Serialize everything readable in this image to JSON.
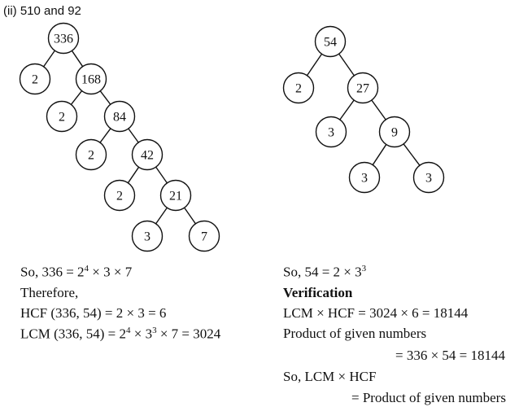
{
  "heading": "(ii) 510 and 92",
  "tree_left": {
    "nodes": [
      {
        "id": "a",
        "label": "336"
      },
      {
        "id": "b",
        "label": "2"
      },
      {
        "id": "c",
        "label": "168"
      },
      {
        "id": "d",
        "label": "2"
      },
      {
        "id": "e",
        "label": "84"
      },
      {
        "id": "f",
        "label": "2"
      },
      {
        "id": "g",
        "label": "42"
      },
      {
        "id": "h",
        "label": "2"
      },
      {
        "id": "i",
        "label": "21"
      },
      {
        "id": "j",
        "label": "3"
      },
      {
        "id": "k",
        "label": "7"
      }
    ],
    "edges": [
      [
        "a",
        "b"
      ],
      [
        "a",
        "c"
      ],
      [
        "c",
        "d"
      ],
      [
        "c",
        "e"
      ],
      [
        "e",
        "f"
      ],
      [
        "e",
        "g"
      ],
      [
        "g",
        "h"
      ],
      [
        "g",
        "i"
      ],
      [
        "i",
        "j"
      ],
      [
        "i",
        "k"
      ]
    ]
  },
  "tree_right": {
    "nodes": [
      {
        "id": "p",
        "label": "54"
      },
      {
        "id": "q",
        "label": "2"
      },
      {
        "id": "r",
        "label": "27"
      },
      {
        "id": "s",
        "label": "3"
      },
      {
        "id": "t",
        "label": "9"
      },
      {
        "id": "u",
        "label": "3"
      },
      {
        "id": "v",
        "label": "3"
      }
    ],
    "edges": [
      [
        "p",
        "q"
      ],
      [
        "p",
        "r"
      ],
      [
        "r",
        "s"
      ],
      [
        "r",
        "t"
      ],
      [
        "t",
        "u"
      ],
      [
        "t",
        "v"
      ]
    ]
  },
  "left_text": {
    "line1_a": "So, 336 = 2",
    "line1_sup": "4",
    "line1_b": " × 3 × 7",
    "line2": "Therefore,",
    "line3": "HCF (336, 54) = 2 × 3 = 6",
    "line4_a": "LCM (336, 54) = 2",
    "line4_sup1": "4",
    "line4_b": " × 3",
    "line4_sup2": "3",
    "line4_c": " × 7 = 3024"
  },
  "right_text": {
    "line1_a": "So, 54 = 2 × 3",
    "line1_sup": "3",
    "line2": "Verification",
    "line3": "LCM × HCF = 3024 × 6 = 18144",
    "line4": "Product of given numbers",
    "line5": "= 336 × 54 = 18144",
    "line6": "So, LCM × HCF",
    "line7": "= Product of given numbers"
  }
}
